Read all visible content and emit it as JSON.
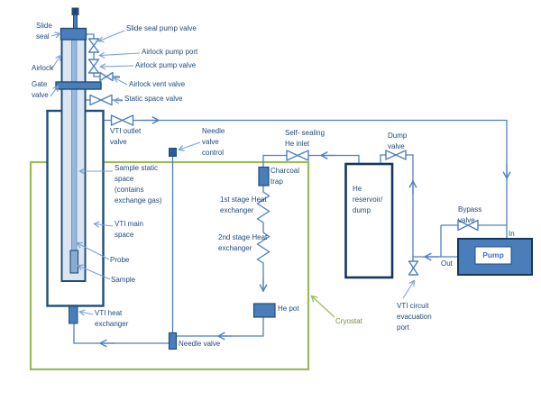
{
  "colors": {
    "pipe_blue": "#4f81bd",
    "leader_blue": "#7ba2d6",
    "component_fill": "#4a7ebb",
    "border_navy": "#1f4e79",
    "reservoir_border": "#17365d",
    "tube_fill": "#dbe5f1",
    "probe_fill": "#9ab7dc",
    "cryostat_green": "#9bbb59",
    "green_text": "#76923c",
    "label_text": "#1f497d"
  },
  "labels": {
    "slide_seal": "Slide\nseal",
    "airlock": "Airlock",
    "gate_valve": "Gate\nvalve",
    "slide_seal_pump_valve": "Slide seal pump valve",
    "airlock_pump_port": "Airlock pump port",
    "airlock_pump_valve": "Airlock pump valve",
    "airlock_vent_valve": "Airlock vent valve",
    "static_space_valve": "Static space valve",
    "vti_outlet_valve": "VTI outlet\nvalve",
    "needle_valve_control": "Needle\nvalve\ncontrol",
    "sample_static_space": "Sample static\nspace\n(contains\nexchange gas)",
    "vti_main_space": "VTI main\nspace",
    "probe": "Probe",
    "sample": "Sample",
    "vti_heat_exchanger": "VTI heat\nexchanger",
    "needle_valve": "Needle valve",
    "charcoal_trap": "Charcoal\ntrap",
    "stage1_heat_exchanger": "1st stage Heat\nexchanger",
    "stage2_heat_exchanger": "2nd stage Heat\nexchanger",
    "he_pot": "He pot",
    "self_sealing_he_inlet": "Self- sealing\nHe inlet",
    "dump_valve": "Dump\nvalve",
    "he_reservoir": "He\nreservoir/\ndump",
    "bypass_valve": "Bypass\nvalve",
    "pump": "Pump",
    "port_in": "In",
    "port_out": "Out",
    "vti_circuit_evacuation_port": "VTI circuit\nevacuation\nport",
    "cryostat": "Cryostat"
  }
}
